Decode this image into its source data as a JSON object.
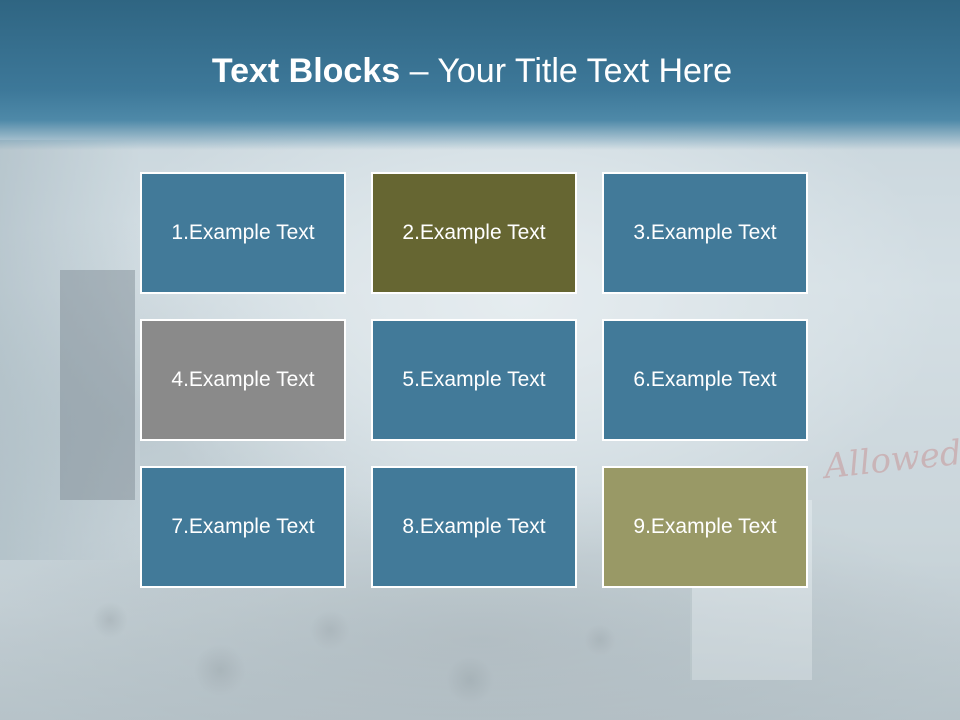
{
  "title": {
    "bold": "Text Blocks",
    "dash": " – ",
    "rest": "Your Title Text Here"
  },
  "background_graffiti": "Allowed",
  "colors": {
    "blue": "#427a99",
    "olive_dark": "#666632",
    "gray": "#8a8a8a",
    "olive_light": "#999966"
  },
  "blocks": [
    {
      "label": "1.Example Text",
      "color": "#427a99"
    },
    {
      "label": "2.Example Text",
      "color": "#666632"
    },
    {
      "label": "3.Example Text",
      "color": "#427a99"
    },
    {
      "label": "4.Example Text",
      "color": "#8a8a8a"
    },
    {
      "label": "5.Example Text",
      "color": "#427a99"
    },
    {
      "label": "6.Example Text",
      "color": "#427a99"
    },
    {
      "label": "7.Example Text",
      "color": "#427a99"
    },
    {
      "label": "8.Example Text",
      "color": "#427a99"
    },
    {
      "label": "9.Example Text",
      "color": "#999966"
    }
  ]
}
